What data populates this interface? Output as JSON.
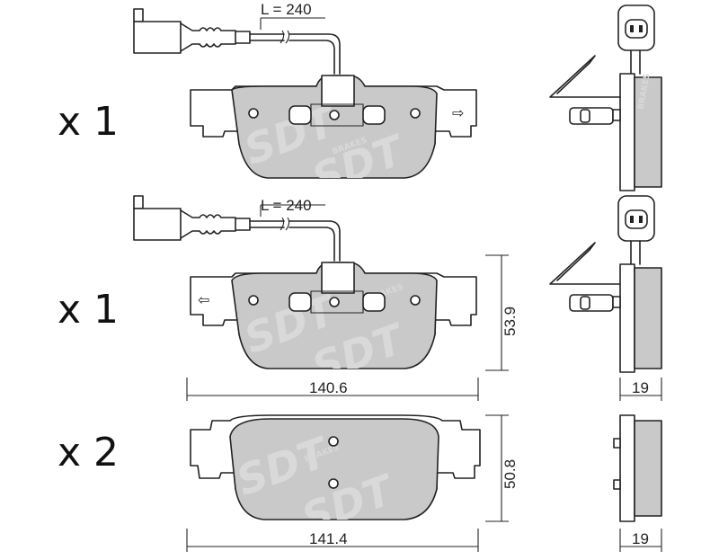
{
  "rows": [
    {
      "quantity": "x 1",
      "wire_length": "L = 240",
      "has_wire": true,
      "arrow": "⇨",
      "height": "",
      "width": "",
      "thickness": ""
    },
    {
      "quantity": "x 1",
      "wire_length": "L = 240",
      "has_wire": true,
      "arrow": "⇦",
      "height": "53.9",
      "width": "140.6",
      "thickness": "19"
    },
    {
      "quantity": "x 2",
      "wire_length": "",
      "has_wire": false,
      "arrow": "",
      "height": "50.8",
      "width": "141.4",
      "thickness": "19"
    }
  ],
  "watermark": {
    "brand": "SDT",
    "sub": "BRAKES"
  },
  "colors": {
    "friction": "#c9c9c9",
    "line": "#222222",
    "watermark": "#d9d9d9"
  }
}
